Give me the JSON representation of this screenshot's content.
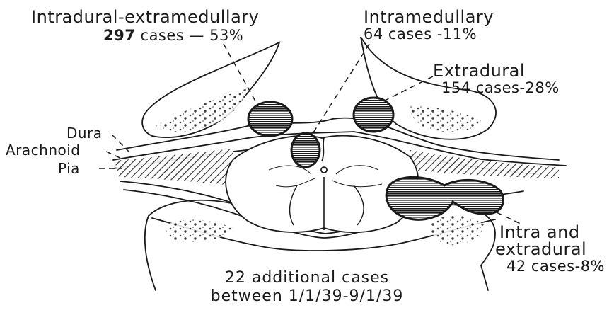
{
  "labels": {
    "intradural": {
      "name": "Intradural-extramedullary",
      "count": "297",
      "rest": " cases  —  53%"
    },
    "intramedullary": {
      "name": "Intramedullary",
      "cases": "64 cases -11%"
    },
    "extradural": {
      "name": "Extradural",
      "cases": "154 cases-28%"
    },
    "intra_extra": {
      "line1": "Intra and",
      "line2": "extradural",
      "cases": "42 cases-8%"
    },
    "dura": "Dura",
    "arachnoid": "Arachnoid",
    "pia": "Pia"
  },
  "footer": {
    "line1": "22 additional cases",
    "line2": "between 1/1/39-9/1/39"
  },
  "colors": {
    "ink": "#1a1a1a",
    "paper": "#ffffff"
  }
}
